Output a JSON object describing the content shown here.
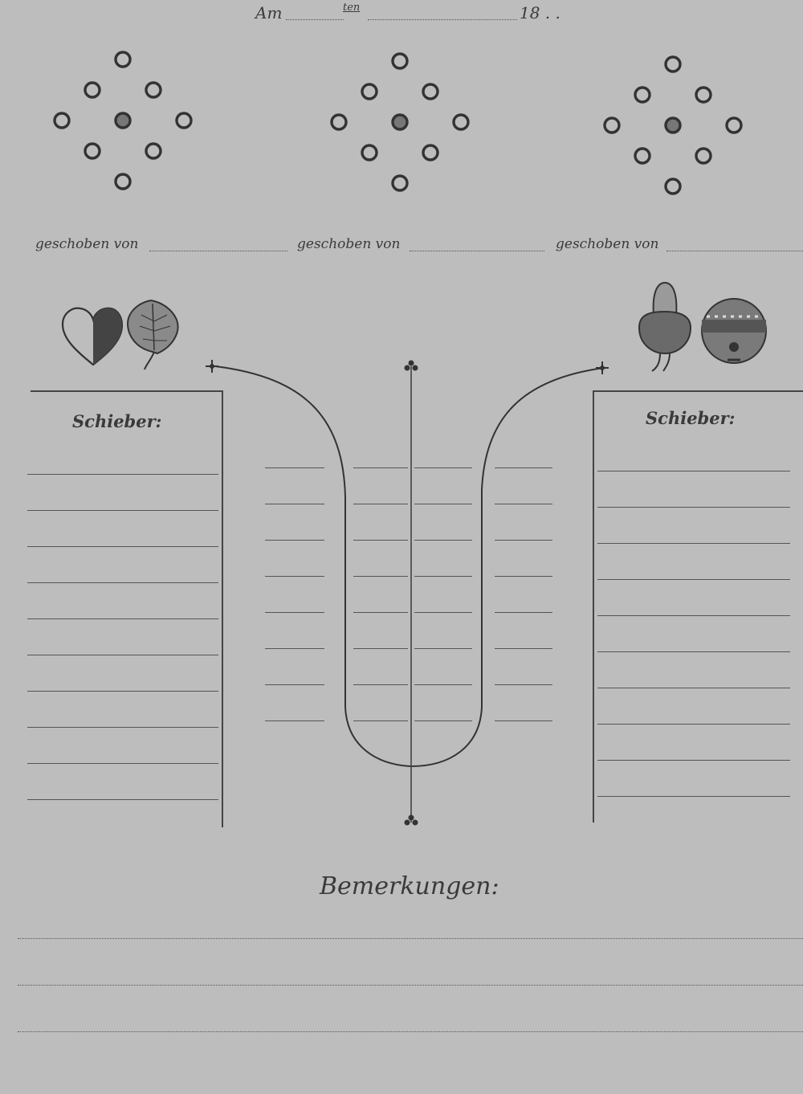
{
  "header": {
    "am_label": "Am",
    "ten_label": "ten",
    "year_prefix": "18 . ."
  },
  "pins": {
    "caption": "geschoben von"
  },
  "suits": {
    "left": [
      "heart-suit-icon",
      "leaf-suit-icon"
    ],
    "right": [
      "acorn-suit-icon",
      "bell-suit-icon"
    ]
  },
  "columns": {
    "left_title": "Schieber:",
    "right_title": "Schieber:"
  },
  "remarks": {
    "title": "Bemerkungen:"
  }
}
